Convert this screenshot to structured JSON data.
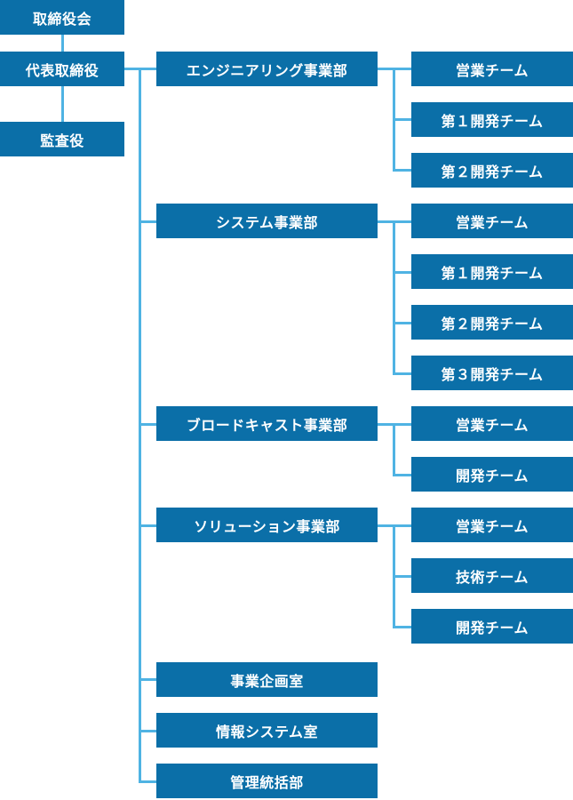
{
  "top": {
    "board": "取締役会",
    "ceo": "代表取締役",
    "auditor": "監査役"
  },
  "divisions": [
    {
      "name": "エンジニアリング事業部",
      "teams": [
        "営業チーム",
        "第１開発チーム",
        "第２開発チーム"
      ]
    },
    {
      "name": "システム事業部",
      "teams": [
        "営業チーム",
        "第１開発チーム",
        "第２開発チーム",
        "第３開発チーム"
      ]
    },
    {
      "name": "ブロードキャスト事業部",
      "teams": [
        "営業チーム",
        "開発チーム"
      ]
    },
    {
      "name": "ソリューション事業部",
      "teams": [
        "営業チーム",
        "技術チーム",
        "開発チーム"
      ]
    },
    {
      "name": "事業企画室",
      "teams": []
    },
    {
      "name": "情報システム室",
      "teams": []
    },
    {
      "name": "管理統括部",
      "teams": []
    }
  ],
  "colors": {
    "box": "#0b6fa8",
    "line": "#4fb3e3",
    "text": "#ffffff"
  }
}
